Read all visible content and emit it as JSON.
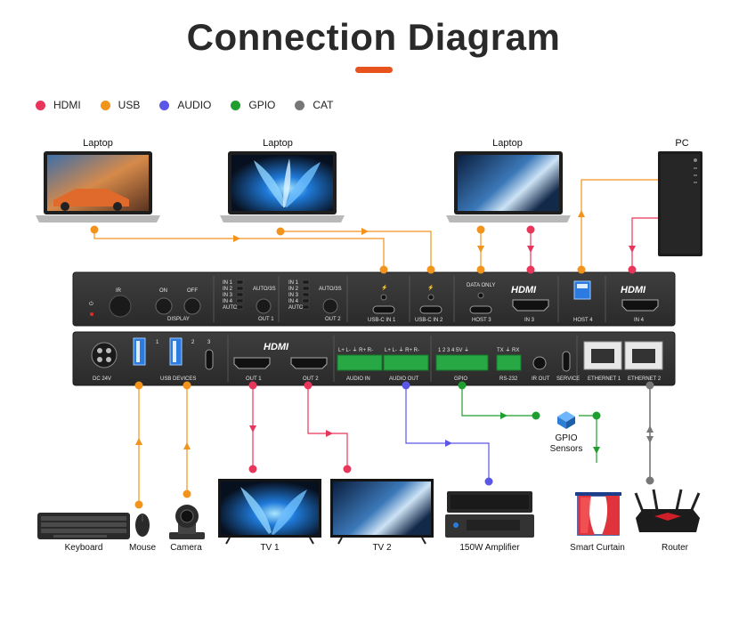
{
  "title": "Connection Diagram",
  "legend": [
    {
      "label": "HDMI",
      "color": "#e8365a"
    },
    {
      "label": "USB",
      "color": "#f2931c"
    },
    {
      "label": "AUDIO",
      "color": "#5b57e6"
    },
    {
      "label": "GPIO",
      "color": "#1e9e2f"
    },
    {
      "label": "CAT",
      "color": "#777777"
    }
  ],
  "sources": {
    "laptop1": "Laptop",
    "laptop2": "Laptop",
    "laptop3": "Laptop",
    "pc": "PC"
  },
  "top_panel": {
    "ir": "IR",
    "on": "ON",
    "off": "OFF",
    "display": "DISPLAY",
    "in1": "IN 1",
    "in2": "IN 2",
    "in3": "IN 3",
    "in4": "IN 4",
    "auto": "AUTO",
    "auto3s": "AUTO/3S",
    "out1": "OUT 1",
    "out2": "OUT 2",
    "usbc_in1": "USB-C IN 1",
    "usbc_in2": "USB-C IN 2",
    "data_only": "DATA ONLY",
    "host3": "HOST 3",
    "hdmi_logo": "HDMI",
    "in3_port": "IN 3",
    "host4": "HOST 4",
    "in4_port": "IN 4"
  },
  "bottom_panel": {
    "dc24v": "DC 24V",
    "usb1": "1",
    "usb2": "2",
    "usb3": "3",
    "usb_devices": "USB DEVICES",
    "hdmi_logo": "HDMI",
    "out1": "OUT 1",
    "out2": "OUT 2",
    "audio_pins": "L+ L- ⏚ R+ R-",
    "audio_in": "AUDIO IN",
    "audio_out": "AUDIO OUT",
    "gpio_pins": "1 2 3 4 5V ⏚",
    "gpio": "GPIO",
    "rs232_pins": "TX ⏚ RX",
    "rs232": "RS-232",
    "ir_out": "IR OUT",
    "service": "SERVICE",
    "eth1": "ETHERNET 1",
    "eth2": "ETHERNET 2"
  },
  "devices": {
    "keyboard": "Keyboard",
    "mouse": "Mouse",
    "camera": "Camera",
    "tv1": "TV 1",
    "tv2": "TV 2",
    "amplifier": "150W Amplifier",
    "gpio_sensors": "GPIO\nSensors",
    "smart_curtain": "Smart Curtain",
    "router": "Router"
  }
}
